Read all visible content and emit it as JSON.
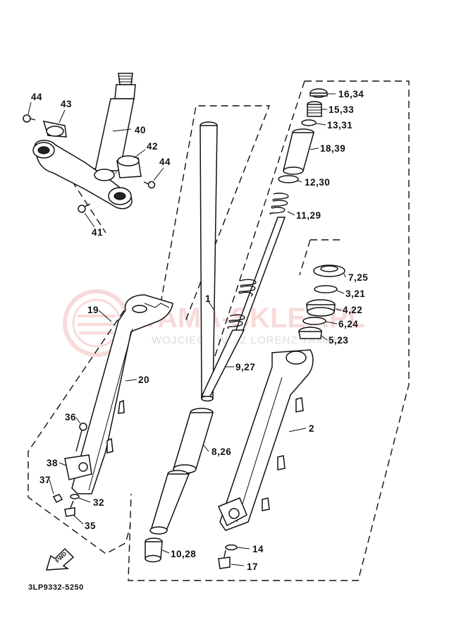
{
  "diagram": {
    "parts": [
      {
        "id": "p44a",
        "text": "44"
      },
      {
        "id": "p43",
        "text": "43"
      },
      {
        "id": "p40",
        "text": "40"
      },
      {
        "id": "p42",
        "text": "42"
      },
      {
        "id": "p44b",
        "text": "44"
      },
      {
        "id": "p41",
        "text": "41"
      },
      {
        "id": "p16",
        "text": "16,34"
      },
      {
        "id": "p15",
        "text": "15,33"
      },
      {
        "id": "p13",
        "text": "13,31"
      },
      {
        "id": "p18",
        "text": "18,39"
      },
      {
        "id": "p12",
        "text": "12,30"
      },
      {
        "id": "p11",
        "text": "11,29"
      },
      {
        "id": "p7",
        "text": "7,25"
      },
      {
        "id": "p3",
        "text": "3,21"
      },
      {
        "id": "p4",
        "text": "4,22"
      },
      {
        "id": "p6",
        "text": "6,24"
      },
      {
        "id": "p5",
        "text": "5,23"
      },
      {
        "id": "p19",
        "text": "19"
      },
      {
        "id": "p1",
        "text": "1"
      },
      {
        "id": "p20",
        "text": "20"
      },
      {
        "id": "p9",
        "text": "9,27"
      },
      {
        "id": "p2",
        "text": "2"
      },
      {
        "id": "p36",
        "text": "36"
      },
      {
        "id": "p8",
        "text": "8,26"
      },
      {
        "id": "p38",
        "text": "38"
      },
      {
        "id": "p37",
        "text": "37"
      },
      {
        "id": "p32",
        "text": "32"
      },
      {
        "id": "p35",
        "text": "35"
      },
      {
        "id": "p10",
        "text": "10,28"
      },
      {
        "id": "p14",
        "text": "14"
      },
      {
        "id": "p17",
        "text": "17"
      }
    ],
    "fwd_label": "FWD",
    "drawing_code": "3LP9332-5250"
  },
  "watermark": {
    "main": "YAMA-SKLEP.PL",
    "sub": "WOJCIECH WICZ LORENZ YAMAHA",
    "color": "#e35a5a"
  }
}
